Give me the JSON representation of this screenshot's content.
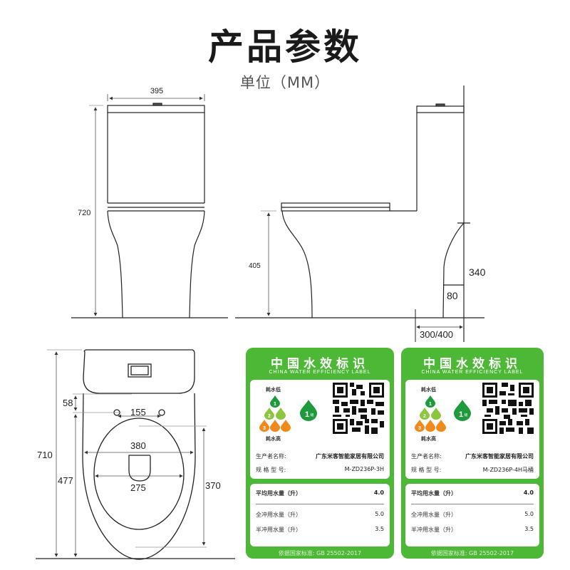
{
  "header": {
    "title": "产品参数",
    "unit": "单位（MM）"
  },
  "front_view": {
    "width": "395",
    "height": "720"
  },
  "side_view": {
    "seat_height": "405",
    "outlet_height": "340",
    "outlet_base": "80",
    "rough_in": "300/400"
  },
  "top_view": {
    "total_length": "710",
    "hole_offset": "58",
    "hole_spacing": "155",
    "outer_width": "380",
    "hole_to_front": "477",
    "inner_width": "275",
    "seat_length": "370"
  },
  "labels": [
    {
      "title_cn": "中国水效标识",
      "title_en": "CHINA WATER EFFICIENCY LABEL",
      "low_text": "耗水低",
      "high_text": "耗水高",
      "grade": "1",
      "grade_suffix": "级",
      "manufacturer_label": "生产者名称:",
      "manufacturer": "广东米客智能家居有限公司",
      "model_label": "规 格 型 号:",
      "model": "M-ZD236P-3H",
      "avg_label": "平均用水量（升）",
      "avg_value": "4.0",
      "full_label": "全冲用水量（升）",
      "full_value": "5.0",
      "half_label": "半冲用水量（升）",
      "half_value": "3.5",
      "standard": "依据国家标准:  GB 25502-2017"
    },
    {
      "title_cn": "中国水效标识",
      "title_en": "CHINA WATER EFFICIENCY LABEL",
      "low_text": "耗水低",
      "high_text": "耗水高",
      "grade": "1",
      "grade_suffix": "级",
      "manufacturer_label": "生产者名称:",
      "manufacturer": "广东米客智能家居有限公司",
      "model_label": "规 格 型 号:",
      "model": "M-ZD236P-4H马桶",
      "avg_label": "平均用水量（升）",
      "avg_value": "4.0",
      "full_label": "全冲用水量（升）",
      "full_value": "5.0",
      "half_label": "半冲用水量（升）",
      "half_value": "3.5",
      "standard": "依据国家标准:  GB 25502-2017"
    }
  ],
  "colors": {
    "label_green": "#4db836",
    "grade1": "#1e9a3c",
    "grade2": "#8cc63f",
    "grade3": "#f08a1c"
  }
}
